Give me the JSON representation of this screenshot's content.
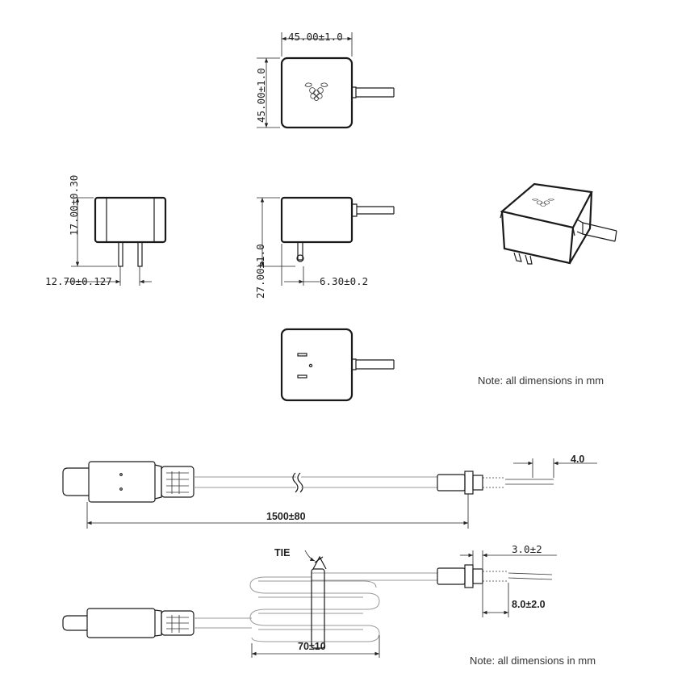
{
  "dimensions": {
    "top_width": "45.00±1.0",
    "top_height": "45.00±1.0",
    "side_height": "17.00±0.30",
    "pin_spacing": "12.70±0.127",
    "front_height": "27.00±1.0",
    "pin_offset": "6.30±0.2",
    "cable_strip": "4.0",
    "cable_length": "1500±80",
    "tie_label": "TIE",
    "tie_offset": "3.0±2",
    "strip_length": "8.0±2.0",
    "coil_width": "70±10"
  },
  "notes": {
    "note_upper": "Note: all dimensions in mm",
    "note_lower": "Note: all dimensions in mm"
  }
}
